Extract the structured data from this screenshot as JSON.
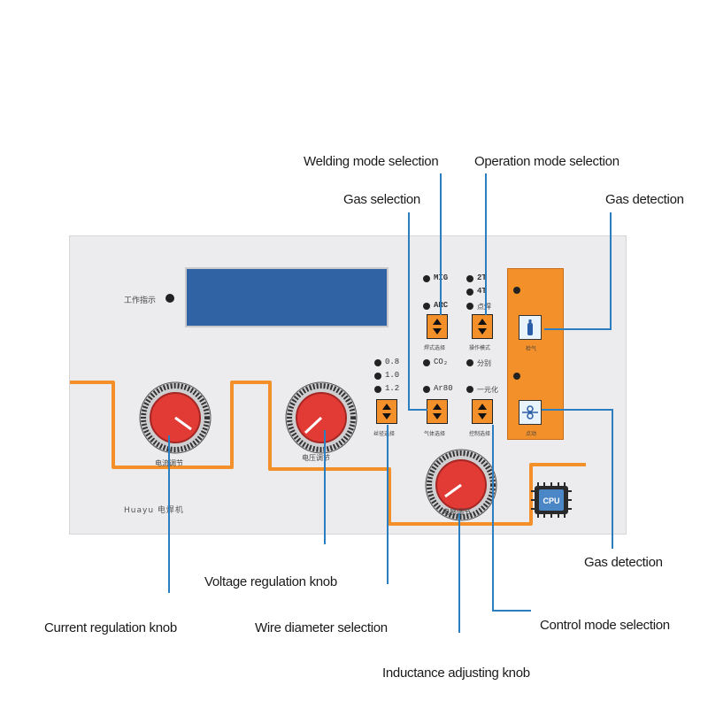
{
  "callouts": {
    "welding_mode": "Welding mode selection",
    "operation_mode": "Operation mode selection",
    "gas_selection": "Gas selection",
    "gas_detection_top": "Gas detection",
    "gas_detection_bottom": "Gas detection",
    "voltage_knob": "Voltage regulation knob",
    "current_knob": "Current regulation knob",
    "wire_diameter": "Wire diameter selection",
    "control_mode": "Control mode selection",
    "inductance_knob": "Inductance adjusting knob"
  },
  "panel": {
    "work_indicator": "工作指示",
    "current_label": "电流调节",
    "voltage_label": "电压调节",
    "inductance_label": "电感调节",
    "model_text": "Huayu 电焊机",
    "wire_sizes": [
      "0.8",
      "1.0",
      "1.2"
    ],
    "mode_leds": [
      "MIG",
      "ARC"
    ],
    "op_leds": [
      "2T",
      "4T",
      "点焊"
    ],
    "gas_leds": [
      "CO₂",
      "Ar80"
    ],
    "ctrl_leds": [
      "分别",
      "一元化"
    ],
    "btn_labels": {
      "weld_mode": "焊式选择",
      "op_mode": "操作模式",
      "wire": "丝径选择",
      "gas": "气体选择",
      "control": "控制选择",
      "gas_check": "检气",
      "wire_feed": "点动"
    },
    "cpu_label": "CPU"
  },
  "colors": {
    "panel_bg": "#ececee",
    "accent_orange": "#f4902a",
    "display_blue": "#2f63a4",
    "leader_blue": "#2b7fc0",
    "knob_red": "#e23a35"
  }
}
